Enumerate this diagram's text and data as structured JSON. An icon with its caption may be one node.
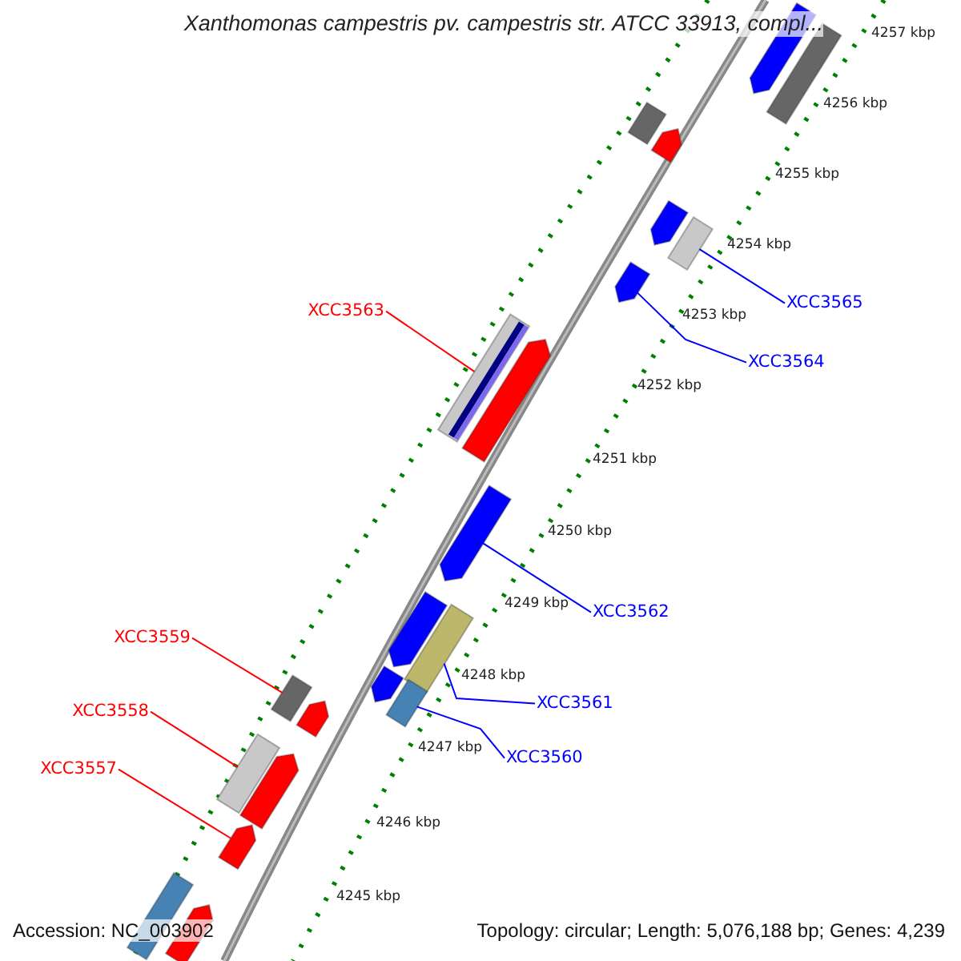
{
  "diagram": {
    "title": "Xanthomonas campestris pv. campestris str. ATCC 33913, compl...",
    "nodes": [
      {
        "text": [
          "XCC3565"
        ]
      },
      {
        "text": [],
        "shape": "bar"
      },
      {
        "text": [
          "XCC3563"
        ]
      },
      {
        "text": [],
        "shape": "bar"
      },
      {
        "text": [
          "XCC3564"
        ]
      },
      {
        "text": [],
        "shape": "bar"
      },
      {
        "text": [
          "XCC3562"
        ]
      },
      {
        "text": [],
        "shape": "bar"
      },
      {
        "text": [
          "XCC3559"
        ]
      },
      {
        "text": [],
        "shape": "bar"
      },
      {
        "text": [
          "XCC3561"
        ]
      },
      {
        "text": [],
        "shape": "bar"
      },
      {
        "text": [
          "XCC3558"
        ]
      },
      {
        "text": [],
        "shape": "bar"
      },
      {
        "text": [
          "XCC3560"
        ]
      },
      {
        "text": [],
        "shape": "bar"
      },
      {
        "text": [
          "XCC3557"
        ]
      },
      {
        "text": [],
        "shape": "bar"
      },
      {
        "text": [],
        "shape": "bar"
      },
      {
        "text": [],
        "shape": "bar"
      },
      {
        "text": [],
        "shape": "bar"
      },
      {
        "text": [],
        "shape": "bar"
      },
      {
        "text": [],
        "shape": "bar"
      },
      {
        "text": [],
        "shape": "bar"
      },
      {
        "text": [],
        "shape": "bar"
      },
      {
        "text": [],
        "shape": "bar"
      },
      {
        "text": [],
        "shape": "bar"
      },
      {
        "text": [],
        "shape": "bar"
      },
      {
        "text": [],
        "shape": "bar"
      },
      {
        "text": [],
        "shape": "bar"
      }
    ],
    "edges": [
      {
        "from": 0,
        "to": 1,
        "arrow": "none",
        "color": "#0000ff"
      },
      {
        "from": 2,
        "to": 3,
        "arrow": "none",
        "color": "#ff0000"
      },
      {
        "from": 4,
        "to": 5,
        "arrow": "none",
        "color": "#0000ff"
      },
      {
        "from": 6,
        "to": 7,
        "arrow": "none",
        "color": "#0000ff"
      },
      {
        "from": 8,
        "to": 9,
        "arrow": "none",
        "color": "#ff0000"
      },
      {
        "from": 10,
        "to": 11,
        "arrow": "none",
        "color": "#0000ff"
      },
      {
        "from": 12,
        "to": 13,
        "arrow": "none",
        "color": "#ff0000"
      },
      {
        "from": 14,
        "to": 15,
        "arrow": "none",
        "color": "#0000ff"
      },
      {
        "from": 16,
        "to": 17,
        "arrow": "none",
        "color": "#ff0000"
      }
    ],
    "labels": [
      "4257 kbp",
      "4256 kbp",
      "4255 kbp",
      "4254 kbp",
      "4253 kbp",
      "4252 kbp",
      "4251 kbp",
      "4250 kbp",
      "4249 kbp",
      "4248 kbp",
      "4247 kbp",
      "4246 kbp",
      "4245 kbp",
      "Accession: NC_003902",
      "Topology: circular; Length: 5,076,188 bp; Genes: 4,239"
    ]
  }
}
